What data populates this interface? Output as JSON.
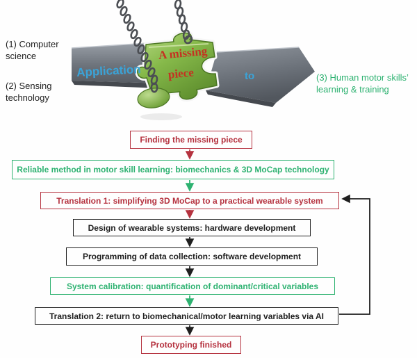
{
  "illustration": {
    "labels": {
      "left_top": "(1) Computer science",
      "left_bottom": "(2) Sensing technology",
      "right": "(3) Human motor skills’ learning & training"
    },
    "banner_left_text": "Application",
    "banner_right_text": "to",
    "missing_piece_line1": "A missing",
    "missing_piece_line2": "piece",
    "colors": {
      "banner_text_blue": "#3aa4d9",
      "missing_text_red": "#c43322",
      "puzzle_green": "#86b94a",
      "banner_gray": "#757b83",
      "right_label_green": "#2eb271",
      "left_label_black": "#1f1f1f"
    }
  },
  "flowchart": {
    "colors": {
      "red": "#b5323f",
      "green": "#2eb271",
      "black": "#1f1f1f"
    },
    "boxes": [
      {
        "label": "Finding the missing piece",
        "color": "red"
      },
      {
        "label": "Reliable method in motor skill learning: biomechanics & 3D MoCap technology",
        "color": "green"
      },
      {
        "label": "Translation 1: simplifying 3D MoCap to a practical wearable system",
        "color": "red"
      },
      {
        "label": "Design of wearable systems: hardware development",
        "color": "black"
      },
      {
        "label": "Programming of data collection: software development",
        "color": "black"
      },
      {
        "label": "System calibration: quantification of dominant/critical variables",
        "color": "green"
      },
      {
        "label": "Translation 2: return to biomechanical/motor learning variables via AI",
        "color": "black"
      },
      {
        "label": "Prototyping finished",
        "color": "red"
      }
    ],
    "feedback_loop": {
      "from": "Translation 2",
      "to": "Translation 1"
    }
  }
}
